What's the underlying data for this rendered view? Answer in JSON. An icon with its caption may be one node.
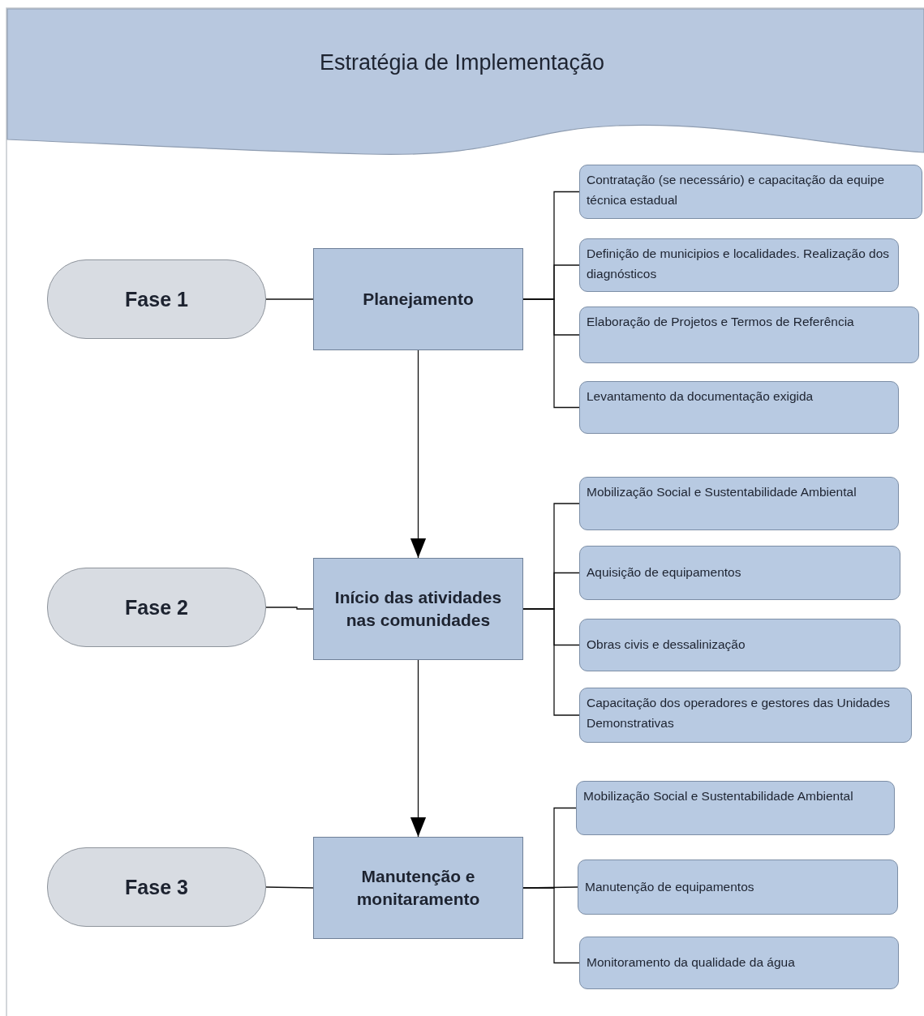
{
  "diagram": {
    "title": "Estratégia de Implementação",
    "nodes": [
      {
        "text": [
          "Fase 1"
        ]
      },
      {
        "text": [
          "Planejamento"
        ]
      },
      {
        "text": [
          "Fase 2"
        ]
      },
      {
        "text": [
          "Início das atividades nas comunidades"
        ]
      },
      {
        "text": [
          "Fase 3"
        ]
      },
      {
        "text": [
          "Manutenção e monitaramento"
        ]
      },
      {
        "text": [
          "Contratação (se necessário)  e capacitação da equipe técnica estadual"
        ]
      },
      {
        "text": [
          "Definição de municipios e localidades. Realização dos diagnósticos"
        ]
      },
      {
        "text": [
          "Elaboração de Projetos e Termos de Referência"
        ]
      },
      {
        "text": [
          "Levantamento da documentação exigida"
        ]
      },
      {
        "text": [
          "Mobilização Social e Sustentabilidade Ambiental"
        ]
      },
      {
        "text": [
          "Aquisição de equipamentos"
        ]
      },
      {
        "text": [
          "Obras civis e dessalinização"
        ]
      },
      {
        "text": [
          "Capacitação dos operadores e gestores das Unidades Demonstrativas"
        ]
      },
      {
        "text": [
          "Mobilização Social e Sustentabilidade Ambiental"
        ]
      },
      {
        "text": [
          "Manutenção de equipamentos"
        ]
      },
      {
        "text": [
          "Monitoramento da qualidade da água"
        ]
      }
    ],
    "edges": [
      {
        "from": 0,
        "to": 1,
        "arrow": "none"
      },
      {
        "from": 2,
        "to": 3,
        "arrow": "none"
      },
      {
        "from": 4,
        "to": 5,
        "arrow": "none"
      },
      {
        "from": 1,
        "to": 3,
        "arrow": "to"
      },
      {
        "from": 3,
        "to": 5,
        "arrow": "to"
      },
      {
        "from": 1,
        "to": 6,
        "arrow": "none"
      },
      {
        "from": 1,
        "to": 7,
        "arrow": "none"
      },
      {
        "from": 1,
        "to": 8,
        "arrow": "none"
      },
      {
        "from": 1,
        "to": 9,
        "arrow": "none"
      },
      {
        "from": 3,
        "to": 10,
        "arrow": "none"
      },
      {
        "from": 3,
        "to": 11,
        "arrow": "none"
      },
      {
        "from": 3,
        "to": 12,
        "arrow": "none"
      },
      {
        "from": 3,
        "to": 13,
        "arrow": "none"
      },
      {
        "from": 5,
        "to": 14,
        "arrow": "none"
      },
      {
        "from": 5,
        "to": 15,
        "arrow": "none"
      },
      {
        "from": 5,
        "to": 16,
        "arrow": "none"
      }
    ]
  }
}
